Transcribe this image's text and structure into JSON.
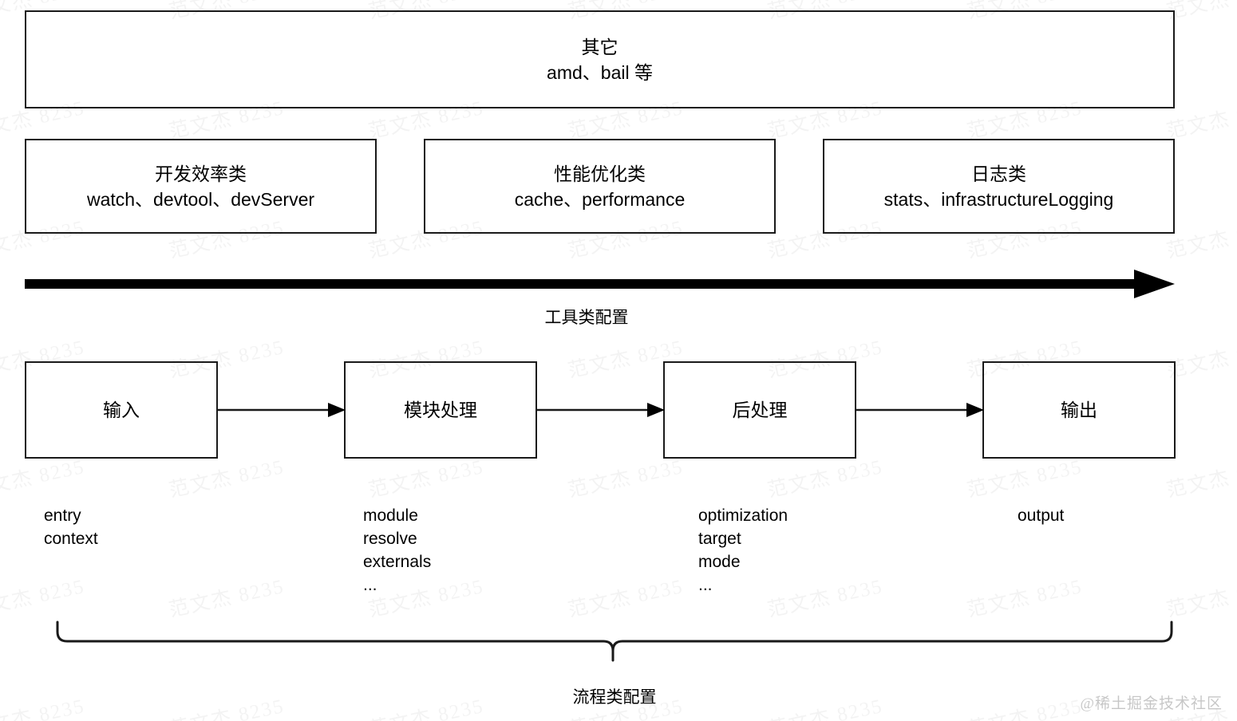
{
  "diagram": {
    "title_other": {
      "heading": "其它",
      "items": "amd、bail 等"
    },
    "tool_categories": [
      {
        "heading": "开发效率类",
        "items": "watch、devtool、devServer"
      },
      {
        "heading": "性能优化类",
        "items": "cache、performance"
      },
      {
        "heading": "日志类",
        "items": "stats、infrastructureLogging"
      }
    ],
    "tool_arrow_label": "工具类配置",
    "process_steps": [
      {
        "label": "输入",
        "options": [
          "entry",
          "context"
        ]
      },
      {
        "label": "模块处理",
        "options": [
          "module",
          "resolve",
          "externals",
          "..."
        ]
      },
      {
        "label": "后处理",
        "options": [
          "optimization",
          "target",
          "mode",
          "..."
        ]
      },
      {
        "label": "输出",
        "options": [
          "output"
        ]
      }
    ],
    "process_brace_label": "流程类配置",
    "watermark": {
      "tile_text": "范文杰 8235",
      "footer_text": "@稀土掘金技术社区"
    },
    "colors": {
      "stroke": "#1a1a1a",
      "background": "#ffffff",
      "text": "#000000"
    }
  }
}
